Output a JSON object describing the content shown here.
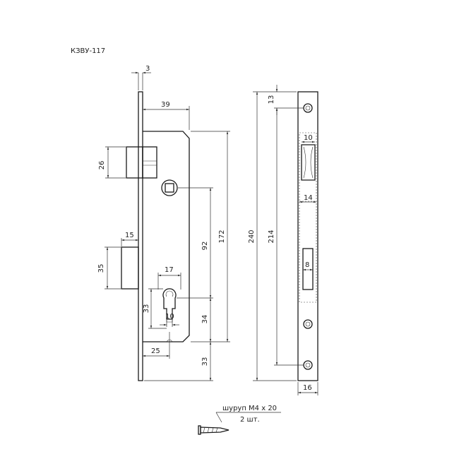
{
  "title": "КЗВУ-117",
  "dims": {
    "faceplate_thickness": "3",
    "body_width": "39",
    "latch_height": "26",
    "bolt_width": "15",
    "bolt_height": "35",
    "cylinder_width": "17",
    "cylinder_height": "33",
    "cylinder_slot": "10",
    "backset": "25",
    "spindle_to_cyl": "92",
    "body_height": "172",
    "cyl_to_bottom": "34",
    "bottom_offset": "33",
    "strike_top": "13",
    "strike_total": "240",
    "strike_holes": "214",
    "latch_opening": "10",
    "bolt_opening_width": "14",
    "bolt_opening_slot": "8",
    "strike_width": "16"
  },
  "screw": {
    "spec": "шуруп М4 х 20",
    "qty": "2 шт."
  },
  "icons": [
    "screw-icon"
  ]
}
